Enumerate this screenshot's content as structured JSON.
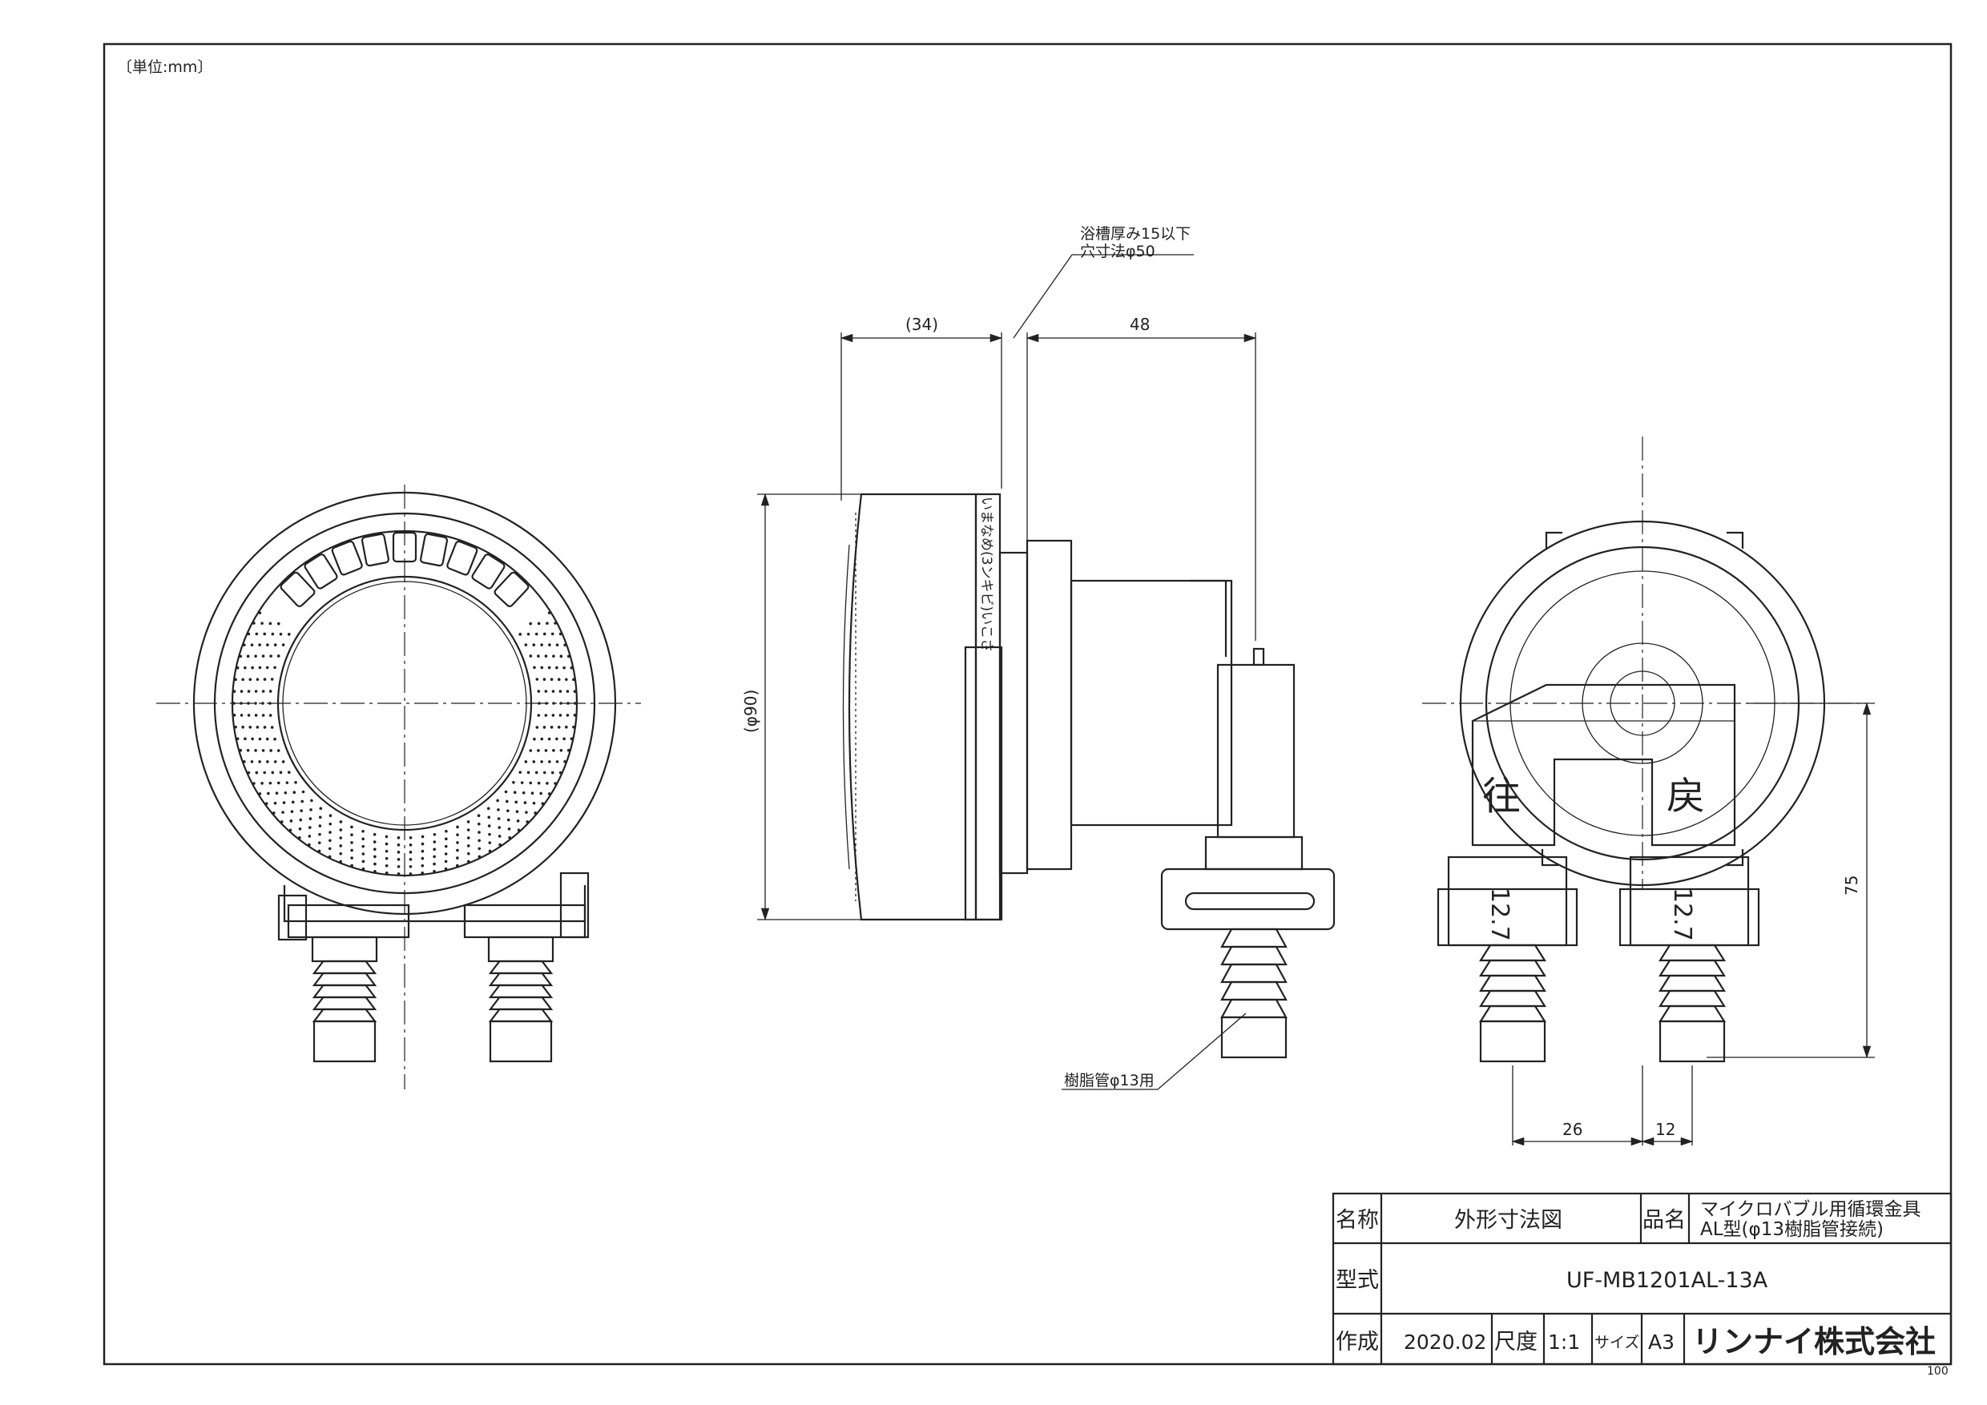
{
  "unit_note": "〔単位:mm〕",
  "sheet_number": "100",
  "annotations": {
    "bath_thickness": "浴槽厚み15以下",
    "hole_size": "穴寸法φ50",
    "resin_pipe": "樹脂管φ13用"
  },
  "dimensions": {
    "depth_front": "(34)",
    "depth_back": "48",
    "diameter": "(φ90)",
    "height": "75",
    "width_left": "26",
    "width_right": "12"
  },
  "part_labels": {
    "supply": "往",
    "return": "戻",
    "size_left": "12.7",
    "size_right": "12.7"
  },
  "front_label_band": "いまなめ(3ンキビ)いこさ",
  "title_block": {
    "name_label": "名称",
    "name_value": "外形寸法図",
    "product_label": "品名",
    "product_line1": "マイクロバブル用循環金具",
    "product_line2": "AL型(φ13樹脂管接続)",
    "model_label": "型式",
    "model_value": "UF-MB1201AL-13A",
    "created_label": "作成",
    "created_value": "2020.02",
    "scale_label": "尺度",
    "scale_value": "1:1",
    "size_label": "サイズ",
    "size_value": "A3",
    "company": "リンナイ株式会社"
  }
}
